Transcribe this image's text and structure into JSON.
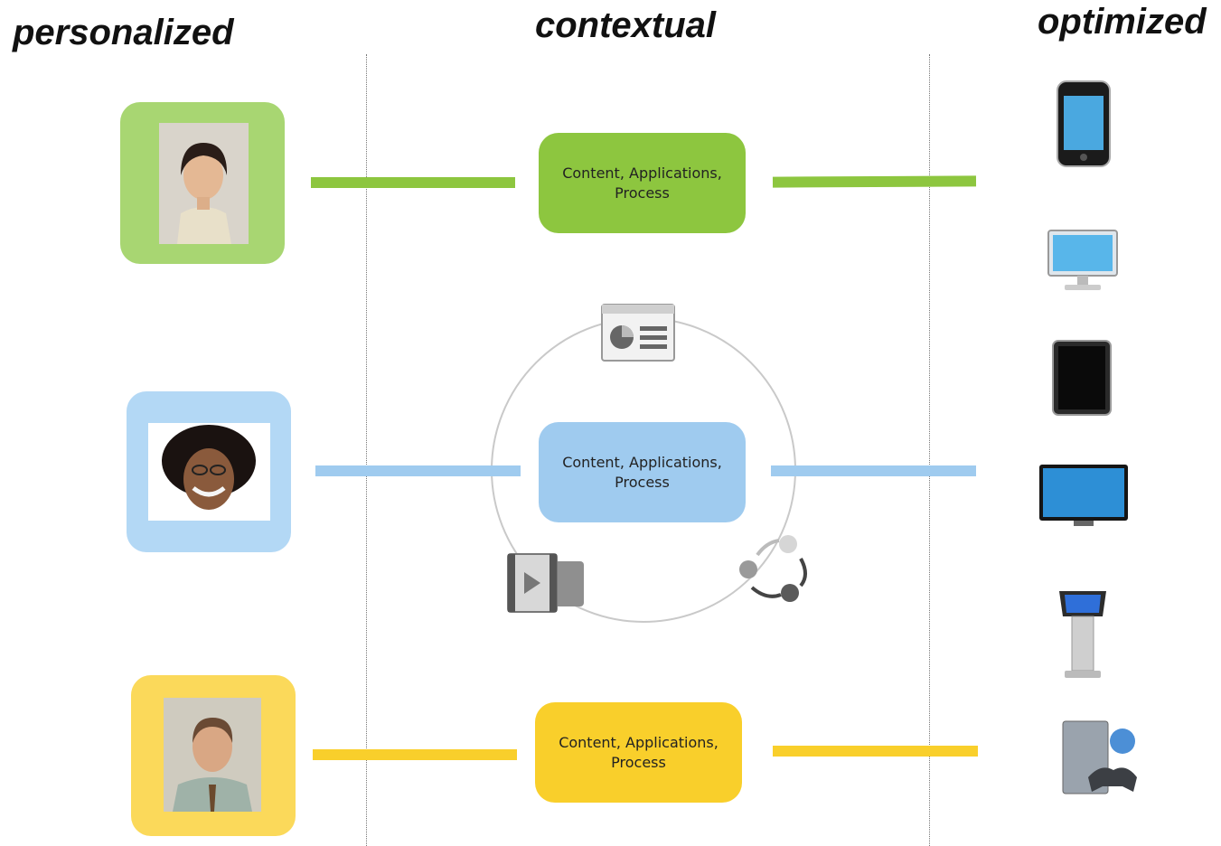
{
  "headings": {
    "left": "personalized",
    "middle": "contextual",
    "right": "optimized"
  },
  "rows": [
    {
      "box_label": "Content, Applications, Process",
      "color": "#8dc63f",
      "frame_color": "#a8d672"
    },
    {
      "box_label": "Content, Applications, Process",
      "color": "#9fcbef",
      "frame_color": "#b3d8f5"
    },
    {
      "box_label": "Content, Applications, Process",
      "color": "#f9cf2b",
      "frame_color": "#fbd95a"
    }
  ],
  "cycle_icons": [
    "presentation-icon",
    "video-icon",
    "process-cycle-icon"
  ],
  "devices": [
    "smartphone-icon",
    "desktop-monitor-icon",
    "tablet-icon",
    "tv-display-icon",
    "kiosk-icon",
    "game-console-icon"
  ]
}
